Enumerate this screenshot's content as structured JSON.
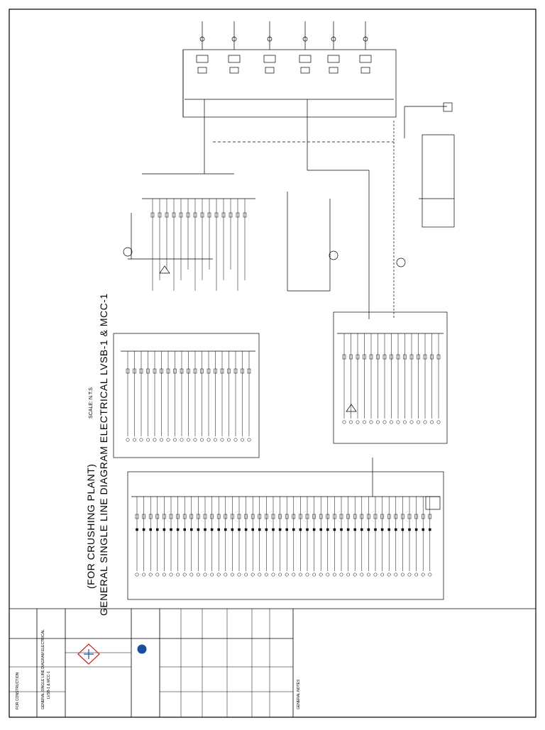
{
  "drawing": {
    "title_line1": "GENERAL SINGLE LINE DIAGRAM ELECTRICAL LVSB-1 & MCC-1",
    "title_line2": "(FOR CRUSHING PLANT)",
    "scale": "SCALE: N.T.S"
  },
  "title_block": {
    "drawing_title": "GENERAL SINGLE LINE DIAGRAM ELECTRICAL",
    "drawing_subtitle": "LVSB-1 & MCC-1",
    "drawing_number": "FOR CONSTRUCTION",
    "notes_header": "GENERAL NOTES"
  },
  "colors": {
    "line": "#000000",
    "paper": "#ffffff"
  }
}
